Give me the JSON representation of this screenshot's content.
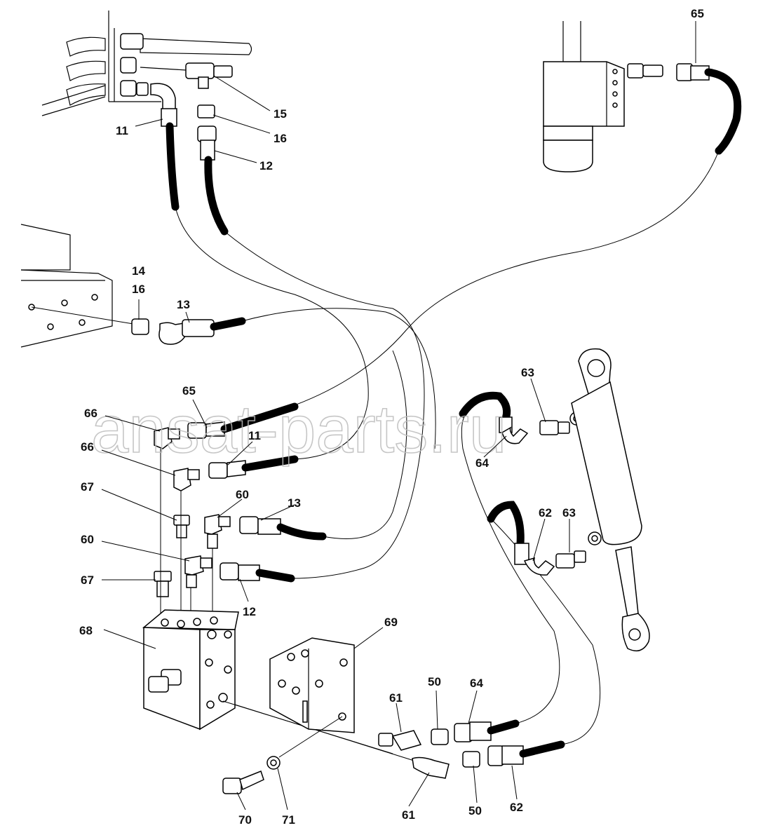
{
  "watermark": "ansat-parts.ru",
  "callouts": [
    {
      "id": "c65a",
      "text": "65"
    },
    {
      "id": "c15",
      "text": "15"
    },
    {
      "id": "c16a",
      "text": "16"
    },
    {
      "id": "c11a",
      "text": "11"
    },
    {
      "id": "c12a",
      "text": "12"
    },
    {
      "id": "c14",
      "text": "14"
    },
    {
      "id": "c16b",
      "text": "16"
    },
    {
      "id": "c13a",
      "text": "13"
    },
    {
      "id": "c65b",
      "text": "65"
    },
    {
      "id": "c66a",
      "text": "66"
    },
    {
      "id": "c66b",
      "text": "66"
    },
    {
      "id": "c11b",
      "text": "11"
    },
    {
      "id": "c67a",
      "text": "67"
    },
    {
      "id": "c60a",
      "text": "60"
    },
    {
      "id": "c13b",
      "text": "13"
    },
    {
      "id": "c60b",
      "text": "60"
    },
    {
      "id": "c67b",
      "text": "67"
    },
    {
      "id": "c12b",
      "text": "12"
    },
    {
      "id": "c68",
      "text": "68"
    },
    {
      "id": "c69",
      "text": "69"
    },
    {
      "id": "c63a",
      "text": "63"
    },
    {
      "id": "c64a",
      "text": "64"
    },
    {
      "id": "c62a",
      "text": "62"
    },
    {
      "id": "c63b",
      "text": "63"
    },
    {
      "id": "c50a",
      "text": "50"
    },
    {
      "id": "c64b",
      "text": "64"
    },
    {
      "id": "c61a",
      "text": "61"
    },
    {
      "id": "c70",
      "text": "70"
    },
    {
      "id": "c71",
      "text": "71"
    },
    {
      "id": "c61b",
      "text": "61"
    },
    {
      "id": "c50b",
      "text": "50"
    },
    {
      "id": "c62b",
      "text": "62"
    }
  ]
}
